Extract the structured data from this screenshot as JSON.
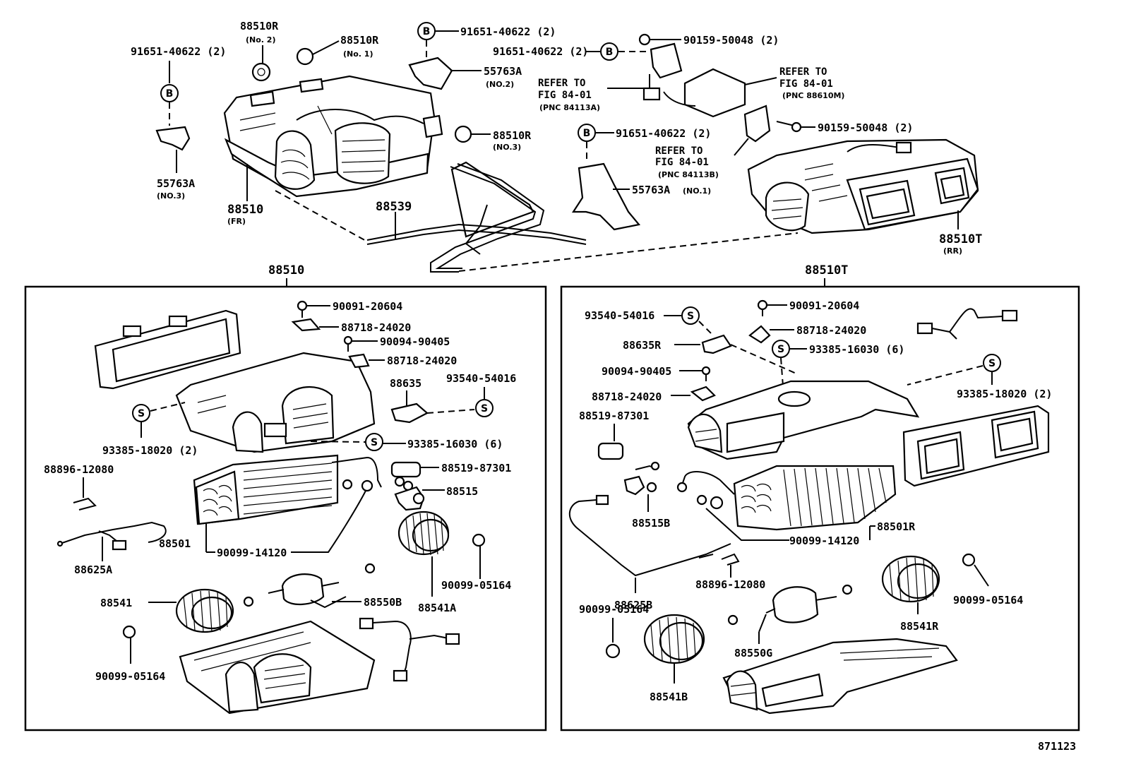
{
  "diagram": {
    "drawing_number": "871123",
    "panels": [
      {
        "id": "front",
        "title": "88510"
      },
      {
        "id": "rear",
        "title": "88510T"
      }
    ],
    "badges": {
      "bolt": "B",
      "screw": "S"
    },
    "labels": {
      "top_91651_left": "91651-40622 (2)",
      "top_55763A_no3": "55763A",
      "top_55763A_no3_sub": "(NO.3)",
      "top_88510R_no2": "88510R",
      "top_88510R_no2_sub": "(No. 2)",
      "top_88510R_no1": "88510R",
      "top_88510R_no1_sub": "(No. 1)",
      "top_88510R_no3": "88510R",
      "top_88510R_no3_sub": "(NO.3)",
      "top_88510_fr": "88510",
      "top_88510_fr_sub": "(FR)",
      "top_88539": "88539",
      "top_91651_mid": "91651-40622 (2)",
      "top_55763A_no2": "55763A",
      "top_55763A_no2_sub": "(NO.2)",
      "top_91651_right": "91651-40622 (2)",
      "top_90159_a": "90159-50048 (2)",
      "top_refer1_a": "REFER TO",
      "top_refer1_b": "FIG 84-01",
      "top_refer1_c": "(PNC 84113A)",
      "top_refer2_a": "REFER TO",
      "top_refer2_b": "FIG 84-01",
      "top_refer2_c": "(PNC 88610M)",
      "top_91651_lower": "91651-40622 (2)",
      "top_55763A_no1": "55763A",
      "top_55763A_no1_sub": "(NO.1)",
      "top_90159_b": "90159-50048 (2)",
      "top_refer3_a": "REFER TO",
      "top_refer3_b": "FIG 84-01",
      "top_refer3_c": "(PNC 84113B)",
      "top_88510T_rr": "88510T",
      "top_88510T_rr_sub": "(RR)",
      "f_90091": "90091-20604",
      "f_88718_a": "88718-24020",
      "f_90094": "90094-90405",
      "f_88718_b": "88718-24020",
      "f_88635": "88635",
      "f_93540": "93540-54016",
      "f_93385_a": "93385-18020 (2)",
      "f_93385_b": "93385-16030 (6)",
      "f_88896": "88896-12080",
      "f_88519": "88519-87301",
      "f_88515": "88515",
      "f_88501": "88501",
      "f_90099_a": "90099-14120",
      "f_88625A": "88625A",
      "f_90099_b": "90099-05164",
      "f_88541": "88541",
      "f_88550B": "88550B",
      "f_88541A": "88541A",
      "f_90099_c": "90099-05164",
      "r_93540": "93540-54016",
      "r_90091": "90091-20604",
      "r_88635R": "88635R",
      "r_88718_a": "88718-24020",
      "r_93385_a": "93385-16030 (6)",
      "r_90094": "90094-90405",
      "r_88718_b": "88718-24020",
      "r_93385_b": "93385-18020 (2)",
      "r_88519": "88519-87301",
      "r_88515B": "88515B",
      "r_88501R": "88501R",
      "r_90099_a": "90099-14120",
      "r_88625B": "88625B",
      "r_88896": "88896-12080",
      "r_90099_b": "90099-05164",
      "r_90099_c": "90099-05164",
      "r_88550G": "88550G",
      "r_88541R": "88541R",
      "r_88541B": "88541B"
    }
  }
}
